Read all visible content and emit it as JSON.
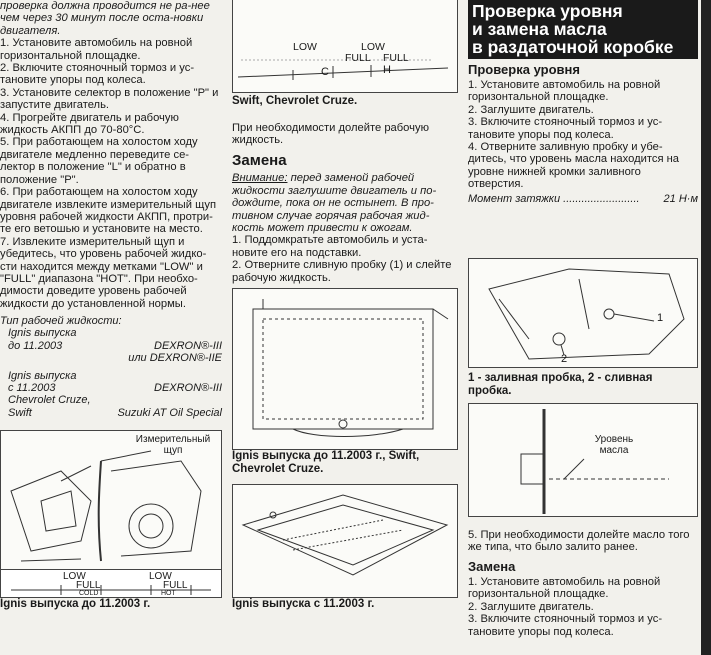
{
  "col1": {
    "intro": "проверка должна проводится не ра-нее чем через 30 минут после оста-новки двигателя.",
    "steps": [
      "1. Установите автомобиль на ровной горизонтальной площадке.",
      "2. Включите стояночный тормоз и ус-тановите упоры под колеса.",
      "3. Установите селектор в положение \"P\" и запустите двигатель.",
      "4. Прогрейте двигатель и рабочую жидкость АКПП до 70-80°С.",
      "5. При работающем на холостом ходу двигателе медленно переведите се-лектор в положение \"L\" и обратно в положение \"P\".",
      "6. При работающем на холостом ходу двигателе извлеките измерительный щуп уровня рабочей жидкости АКПП, протри-те его ветошью и установите на место.",
      "7. Извлеките измерительный щуп и убедитесь, что уровень рабочей жидко-сти находится между метками \"LOW\" и \"FULL\" диапазона \"HOT\". При необхо-димости доведите уровень рабочей жидкости до установленной нормы."
    ],
    "fluid_title": "Тип рабочей жидкости:",
    "fluid_1_l1": "Ignis выпуска",
    "fluid_1_l2": "до 11.2003",
    "fluid_1_v1": "DEXRON®-III",
    "fluid_1_v2": "или DEXRON®-IIE",
    "fluid_2_l1": "Ignis выпуска",
    "fluid_2_l2": "с 11.2003",
    "fluid_2_v1": "DEXRON®-III",
    "fluid_3_l1": "Chevrolet Cruze,",
    "fluid_3_l2": "Swift",
    "fluid_3_v1": "Suzuki AT Oil Special",
    "fig_label": "Измерительный щуп",
    "fig_low": "LOW",
    "fig_full": "FULL",
    "fig_cold": "COLD",
    "fig_hot": "HOT",
    "fig_caption": "Ignis выпуска до 11.2003 г."
  },
  "col2": {
    "dip_low1": "LOW",
    "dip_low2": "LOW",
    "dip_full1": "FULL",
    "dip_full2": "FULL",
    "dip_c": "C",
    "dip_h": "H",
    "dip_caption": "Swift, Chevrolet Cruze.",
    "para1": "При необходимости долейте рабочую жидкость.",
    "heading": "Замена",
    "warning_word": "Внимание:",
    "warning_text": "перед заменой рабочей жидкости заглушите двигатель и по-дождите, пока он не остынет. В про-тивном случае горячая рабочая жид-кость может привести к ожогам.",
    "step1": "1. Поддомкратьте автомобиль и уста-новите его на подставки.",
    "step2": "2. Отверните сливную пробку (1) и слейте рабочую жидкость.",
    "pan1_caption": "Ignis выпуска до 11.2003 г., Swift, Chevrolet Cruze.",
    "pan2_caption": "Ignis выпуска с 11.2003 г."
  },
  "col3": {
    "title": [
      "Проверка уровня",
      "и замена масла",
      "в раздаточной коробке"
    ],
    "sub1": "Проверка уровня",
    "steps": [
      "1. Установите автомобиль на ровной горизонтальной площадке.",
      "2. Заглушите двигатель.",
      "3. Включите стояночный тормоз и ус-тановите упоры под колеса.",
      "4. Отверните заливную пробку и убе-дитесь, что уровень масла находится на уровне нижней кромки заливного отверстия."
    ],
    "torque_label": "Момент затяжки",
    "torque_value": "21 Н·м",
    "fig1_n1": "1",
    "fig1_n2": "2",
    "fig1_caption": "1 - заливная пробка, 2 - сливная пробка.",
    "fig2_label": "Уровень масла",
    "para5": "5. При необходимости долейте масло того же типа, что было залито ранее.",
    "sub2": "Замена",
    "steps2": [
      "1. Установите автомобиль на ровной горизонтальной площадке.",
      "2. Заглушите двигатель.",
      "3. Включите стояночный тормоз и ус-тановите упоры под колеса."
    ]
  }
}
